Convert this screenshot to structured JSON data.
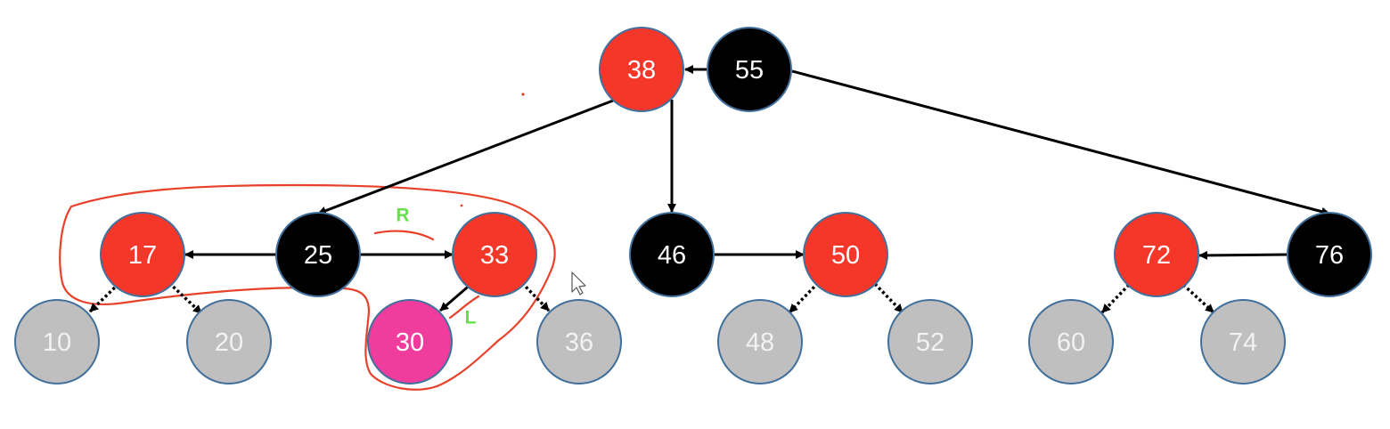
{
  "colors": {
    "red": "#f5372a",
    "black": "#000000",
    "gray": "#bfbfbf",
    "pink": "#f03c9c",
    "stroke": "#41709c",
    "edge": "#000000",
    "annotation": "#e8412a",
    "annotation_text": "#66e04a",
    "label_light": "#ffffff",
    "label_dim": "#f2f2f2"
  },
  "nodes": {
    "n38": {
      "label": "38",
      "color": "red"
    },
    "n55": {
      "label": "55",
      "color": "black"
    },
    "n17": {
      "label": "17",
      "color": "red"
    },
    "n25": {
      "label": "25",
      "color": "black"
    },
    "n33": {
      "label": "33",
      "color": "red"
    },
    "n46": {
      "label": "46",
      "color": "black"
    },
    "n50": {
      "label": "50",
      "color": "red"
    },
    "n72": {
      "label": "72",
      "color": "red"
    },
    "n76": {
      "label": "76",
      "color": "black"
    },
    "n10": {
      "label": "10",
      "color": "gray"
    },
    "n20": {
      "label": "20",
      "color": "gray"
    },
    "n30": {
      "label": "30",
      "color": "pink"
    },
    "n36": {
      "label": "36",
      "color": "gray"
    },
    "n48": {
      "label": "48",
      "color": "gray"
    },
    "n52": {
      "label": "52",
      "color": "gray"
    },
    "n60": {
      "label": "60",
      "color": "gray"
    },
    "n74": {
      "label": "74",
      "color": "gray"
    }
  },
  "edges": [
    {
      "from": "n55",
      "to": "n38",
      "style": "solid"
    },
    {
      "from": "n38",
      "to": "n25",
      "style": "solid"
    },
    {
      "from": "n38",
      "to": "n46",
      "style": "solid"
    },
    {
      "from": "n55",
      "to": "n76",
      "style": "solid"
    },
    {
      "from": "n25",
      "to": "n17",
      "style": "solid"
    },
    {
      "from": "n25",
      "to": "n33",
      "style": "solid"
    },
    {
      "from": "n46",
      "to": "n50",
      "style": "solid"
    },
    {
      "from": "n76",
      "to": "n72",
      "style": "solid"
    },
    {
      "from": "n33",
      "to": "n30",
      "style": "solid"
    },
    {
      "from": "n17",
      "to": "n10",
      "style": "dotted"
    },
    {
      "from": "n17",
      "to": "n20",
      "style": "dotted"
    },
    {
      "from": "n33",
      "to": "n36",
      "style": "dotted"
    },
    {
      "from": "n50",
      "to": "n48",
      "style": "dotted"
    },
    {
      "from": "n50",
      "to": "n52",
      "style": "dotted"
    },
    {
      "from": "n72",
      "to": "n60",
      "style": "dotted"
    },
    {
      "from": "n72",
      "to": "n74",
      "style": "dotted"
    }
  ],
  "annotations": {
    "rotate_right": "R",
    "rotate_left": "L"
  }
}
